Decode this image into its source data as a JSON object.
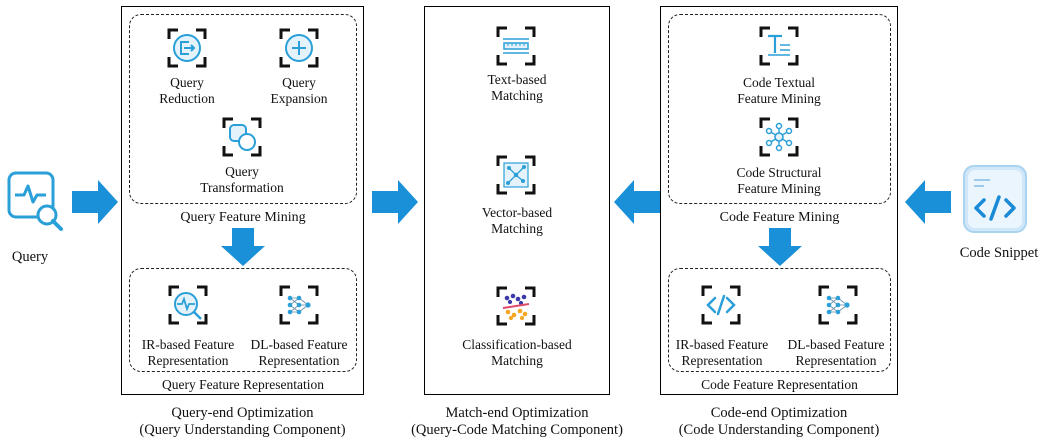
{
  "query": {
    "label": "Query"
  },
  "code_snippet": {
    "label": "Code Snippet",
    "icon": "code-snippet-icon"
  },
  "query_panel": {
    "mining_items": [
      {
        "line1": "Query",
        "line2": "Reduction",
        "icon": "reduction-icon"
      },
      {
        "line1": "Query",
        "line2": "Expansion",
        "icon": "expansion-icon"
      },
      {
        "line1": "Query",
        "line2": "Transformation",
        "icon": "transformation-icon"
      }
    ],
    "mining_title": "Query Feature Mining",
    "repr_items": [
      {
        "line1": "IR-based Feature",
        "line2": "Representation",
        "icon": "ir-pulse-icon"
      },
      {
        "line1": "DL-based Feature",
        "line2": "Representation",
        "icon": "neural-network-icon"
      }
    ],
    "repr_title": "Query Feature Representation",
    "caption_line1": "Query-end Optimization",
    "caption_line2": "(Query Understanding Component)"
  },
  "match_panel": {
    "items": [
      {
        "line1": "Text-based",
        "line2": "Matching",
        "icon": "text-matching-icon"
      },
      {
        "line1": "Vector-based",
        "line2": "Matching",
        "icon": "vector-matching-icon"
      },
      {
        "line1": "Classification-based",
        "line2": "Matching",
        "icon": "classification-icon"
      }
    ],
    "caption_line1": "Match-end Optimization",
    "caption_line2": "(Query-Code Matching Component)"
  },
  "code_panel": {
    "mining_items": [
      {
        "line1": "Code Textual",
        "line2": "Feature Mining",
        "icon": "textual-icon"
      },
      {
        "line1": "Code Structural",
        "line2": "Feature Mining",
        "icon": "structural-icon"
      }
    ],
    "mining_title": "Code Feature Mining",
    "repr_items": [
      {
        "line1": "IR-based Feature",
        "line2": "Representation",
        "icon": "code-tag-icon"
      },
      {
        "line1": "DL-based Feature",
        "line2": "Representation",
        "icon": "neural-network-icon"
      }
    ],
    "repr_title": "Code Feature Representation",
    "caption_line1": "Code-end Optimization",
    "caption_line2": "(Code Understanding Component)"
  },
  "colors": {
    "arrow": "#1a90d8",
    "icon_blue": "#2a9fd8",
    "dark_icon": "#1f2d3d"
  }
}
